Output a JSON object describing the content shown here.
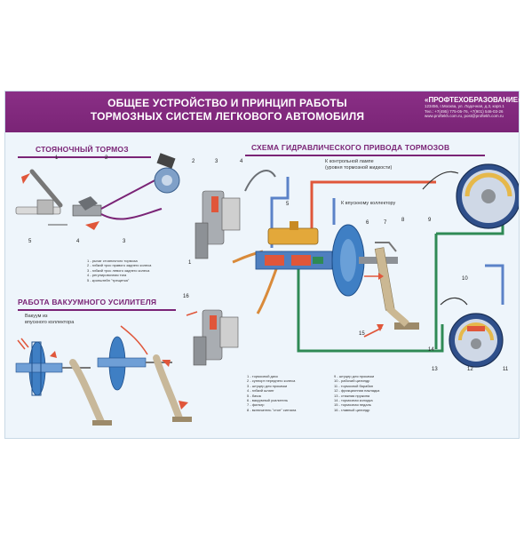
{
  "header": {
    "title_line1": "ОБЩЕЕ УСТРОЙСТВО И ПРИНЦИП РАБОТЫ",
    "title_line2": "ТОРМОЗНЫХ СИСТЕМ ЛЕГКОВОГО АВТОМОБИЛЯ"
  },
  "logo": {
    "brand": "«ПРОФТЕХОБРАЗОВАНИЕ»",
    "line1": "123456, г.Москва, ул. Лодочная, д.3, корп.1",
    "line2": "Тел.: +7(495) 775-05-76, +7(901) 546-03-26",
    "line3": "www.proftekh.com.ru, post@proftekh.com.ru"
  },
  "sections": {
    "parking": "СТОЯНОЧНЫЙ ТОРМОЗ",
    "hydraulic": "СХЕМА ГИДРАВЛИЧЕСКОГО ПРИВОДА ТОРМОЗОВ",
    "vacuum": "РАБОТА ВАКУУМНОГО УСИЛИТЕЛЯ"
  },
  "labels": {
    "control_lamp": "К контрольной лампе",
    "fluid_level": "(уровня тормозной жидкости)",
    "intake_manifold": "К впускному коллектору",
    "vacuum_from": "Вакуум из",
    "intake_collector": "впускного коллектора"
  },
  "parking_legend": [
    "1 - рычаг стояночного тормоза",
    "2 - гибкий трос правого заднего колеса",
    "3 - гибкий трос левого заднего колеса",
    "4 - регулировочная тяга",
    "5 - кронштейн \"трещетка\""
  ],
  "legend_left": [
    "1 - тормозной диск",
    "2 - суппорт переднего колеса",
    "3 - штуцер для прокачки",
    "4 - гибкий шланг",
    "5 - бачок",
    "6 - вакуумный усилитель",
    "7 - фильтр",
    "8 - включатель \"стоп\" сигнала"
  ],
  "legend_right": [
    "9 - штуцер для прокачки",
    "10 - рабочий цилиндр",
    "11 - тормозной барабан",
    "12 - фрикционная накладка",
    "13 - стяжная пружина",
    "14 - тормозная колодка",
    "15 - тормозная педаль",
    "16 - главный цилиндр"
  ],
  "numbers": {
    "p1": "1",
    "p2": "2",
    "p3": "3",
    "p4": "4",
    "p5": "5",
    "h1": "1",
    "h2": "2",
    "h3": "3",
    "h4": "4",
    "h5": "5",
    "h6": "6",
    "h7": "7",
    "h8": "8",
    "h9": "9",
    "h10": "10",
    "h11": "11",
    "h12": "12",
    "h13": "13",
    "h14": "14",
    "h15": "15",
    "h16": "16"
  },
  "colors": {
    "header": "#7a2476",
    "pipe_red": "#e0563a",
    "pipe_blue": "#5b82c8",
    "pipe_green": "#2f8a55",
    "pipe_orange": "#d98a3a"
  }
}
